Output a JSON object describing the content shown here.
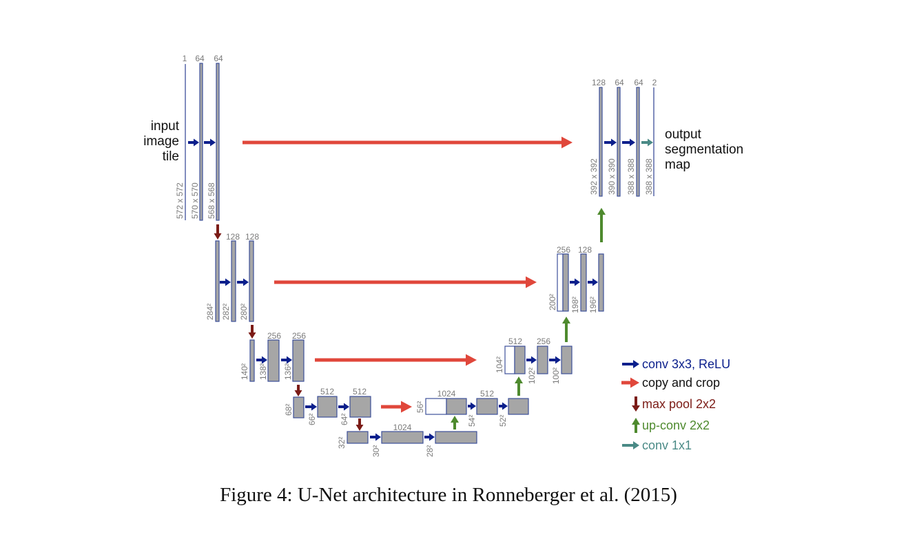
{
  "figure": {
    "caption": "Figure 4: U-Net architecture in Ronneberger et al. (2015)"
  },
  "diagram": {
    "input_label": [
      "input",
      "image",
      "tile"
    ],
    "output_label": [
      "output",
      "segmentation",
      "map"
    ],
    "colors": {
      "feature_map_fill": "#a6a6a6",
      "feature_map_stroke": "#3d4f9a",
      "conv_arrow": "#0b1f8c",
      "copy_crop_arrow": "#e0473b",
      "max_pool_arrow": "#7b1b16",
      "up_conv_arrow": "#4e8a2e",
      "conv1x1_arrow": "#4a8a86",
      "dim_text": "#7a7a7a"
    },
    "stages": {
      "enc1": {
        "channels": [
          "1",
          "64",
          "64"
        ],
        "sizes": [
          "572 x 572",
          "570 x 570",
          "568 x 568"
        ]
      },
      "enc2": {
        "channels": [
          "128",
          "128"
        ],
        "sizes": [
          "284²",
          "282²",
          "280²"
        ]
      },
      "enc3": {
        "channels": [
          "256",
          "256"
        ],
        "sizes": [
          "140²",
          "138²",
          "136²"
        ]
      },
      "enc4": {
        "channels": [
          "512",
          "512"
        ],
        "sizes": [
          "68²",
          "66²",
          "64²"
        ]
      },
      "bottom": {
        "channels": [
          "1024"
        ],
        "sizes": [
          "32²",
          "30²",
          "28²"
        ]
      },
      "dec4": {
        "channels": [
          "1024",
          "512"
        ],
        "sizes": [
          "56²",
          "54²",
          "52²"
        ]
      },
      "dec3": {
        "channels": [
          "512",
          "256"
        ],
        "sizes": [
          "104²",
          "102²",
          "100²"
        ]
      },
      "dec2": {
        "channels": [
          "256",
          "128"
        ],
        "sizes": [
          "200²",
          "198²",
          "196²"
        ]
      },
      "dec1": {
        "channels": [
          "128",
          "64",
          "64",
          "2"
        ],
        "sizes": [
          "392 x 392",
          "390 x 390",
          "388 x 388",
          "388 x 388"
        ]
      }
    },
    "legend": [
      {
        "label": "conv 3x3, ReLU",
        "kind": "conv"
      },
      {
        "label": "copy and crop",
        "kind": "copy"
      },
      {
        "label": "max pool 2x2",
        "kind": "pool"
      },
      {
        "label": "up-conv 2x2",
        "kind": "up"
      },
      {
        "label": "conv 1x1",
        "kind": "conv1"
      }
    ]
  }
}
